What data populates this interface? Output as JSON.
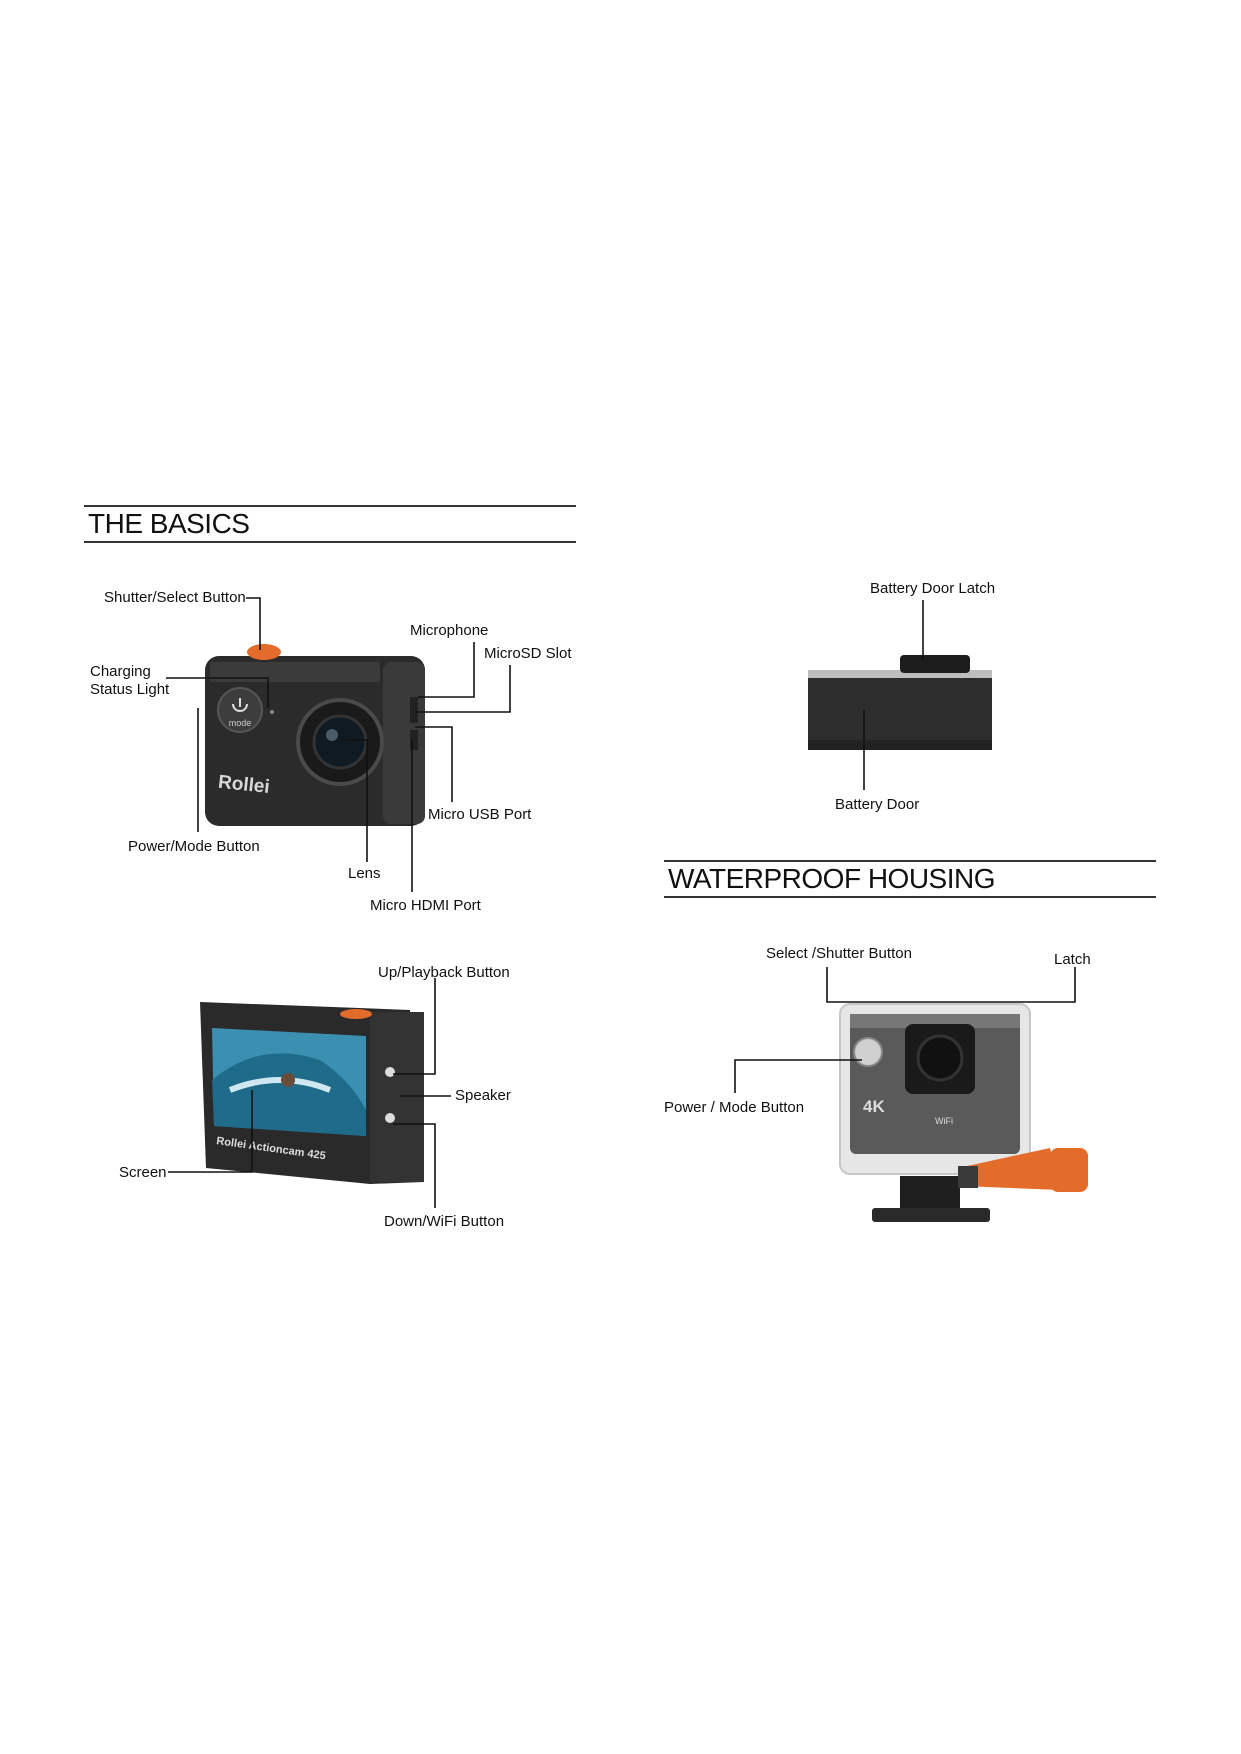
{
  "sections": {
    "basics": {
      "title": "THE BASICS",
      "front_labels": {
        "shutter": "Shutter/Select Button",
        "microphone": "Microphone",
        "microsd": "MicroSD Slot",
        "charging_line1": "Charging",
        "charging_line2": "Status Light",
        "usb": "Micro USB Port",
        "power": "Power/Mode Button",
        "lens": "Lens",
        "hdmi": "Micro HDMI Port"
      },
      "back_labels": {
        "up": "Up/Playback Button",
        "speaker": "Speaker",
        "screen": "Screen",
        "down": "Down/WiFi Button"
      },
      "camera_brand": "Rollei",
      "back_camera_text": "Rollei Actioncam 425",
      "mode_text": "mode"
    },
    "battery": {
      "latch": "Battery Door Latch",
      "door": "Battery Door"
    },
    "housing": {
      "title": "WATERPROOF HOUSING",
      "select": "Select /Shutter Button",
      "latch": "Latch",
      "power": "Power / Mode Button",
      "badge": "4K",
      "wifi_text": "WiFi"
    }
  }
}
